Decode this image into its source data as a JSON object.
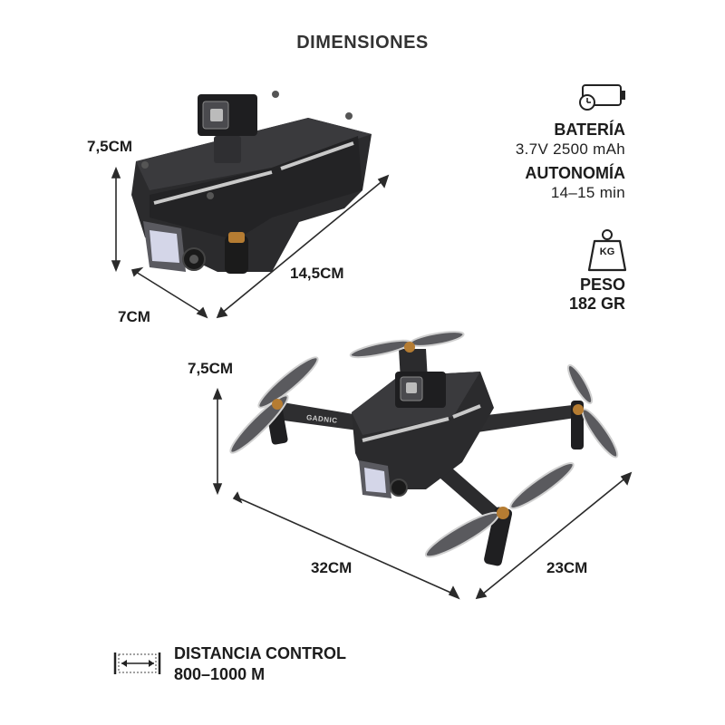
{
  "header": {
    "title": "DIMENSIONES"
  },
  "folded": {
    "height": "7,5CM",
    "width": "7CM",
    "length": "14,5CM"
  },
  "unfolded": {
    "height": "7,5CM",
    "length": "32CM",
    "width": "23CM",
    "brand": "GADNIC"
  },
  "specs": {
    "battery_icon": "battery-clock-icon",
    "battery_label": "BATERÍA",
    "battery_value": "3.7V 2500 mAh",
    "autonomy_label": "AUTONOMÍA",
    "autonomy_value": "14–15 min",
    "weight_icon": "weight-kg-icon",
    "weight_icon_text": "KG",
    "weight_label": "PESO",
    "weight_value": "182 GR"
  },
  "control": {
    "icon": "distance-arrow-icon",
    "label": "DISTANCIA CONTROL",
    "value": "800–1000 M"
  },
  "colors": {
    "drone_body": "#2b2b2d",
    "accent": "#c9c9c9",
    "text": "#1c1c1c"
  }
}
